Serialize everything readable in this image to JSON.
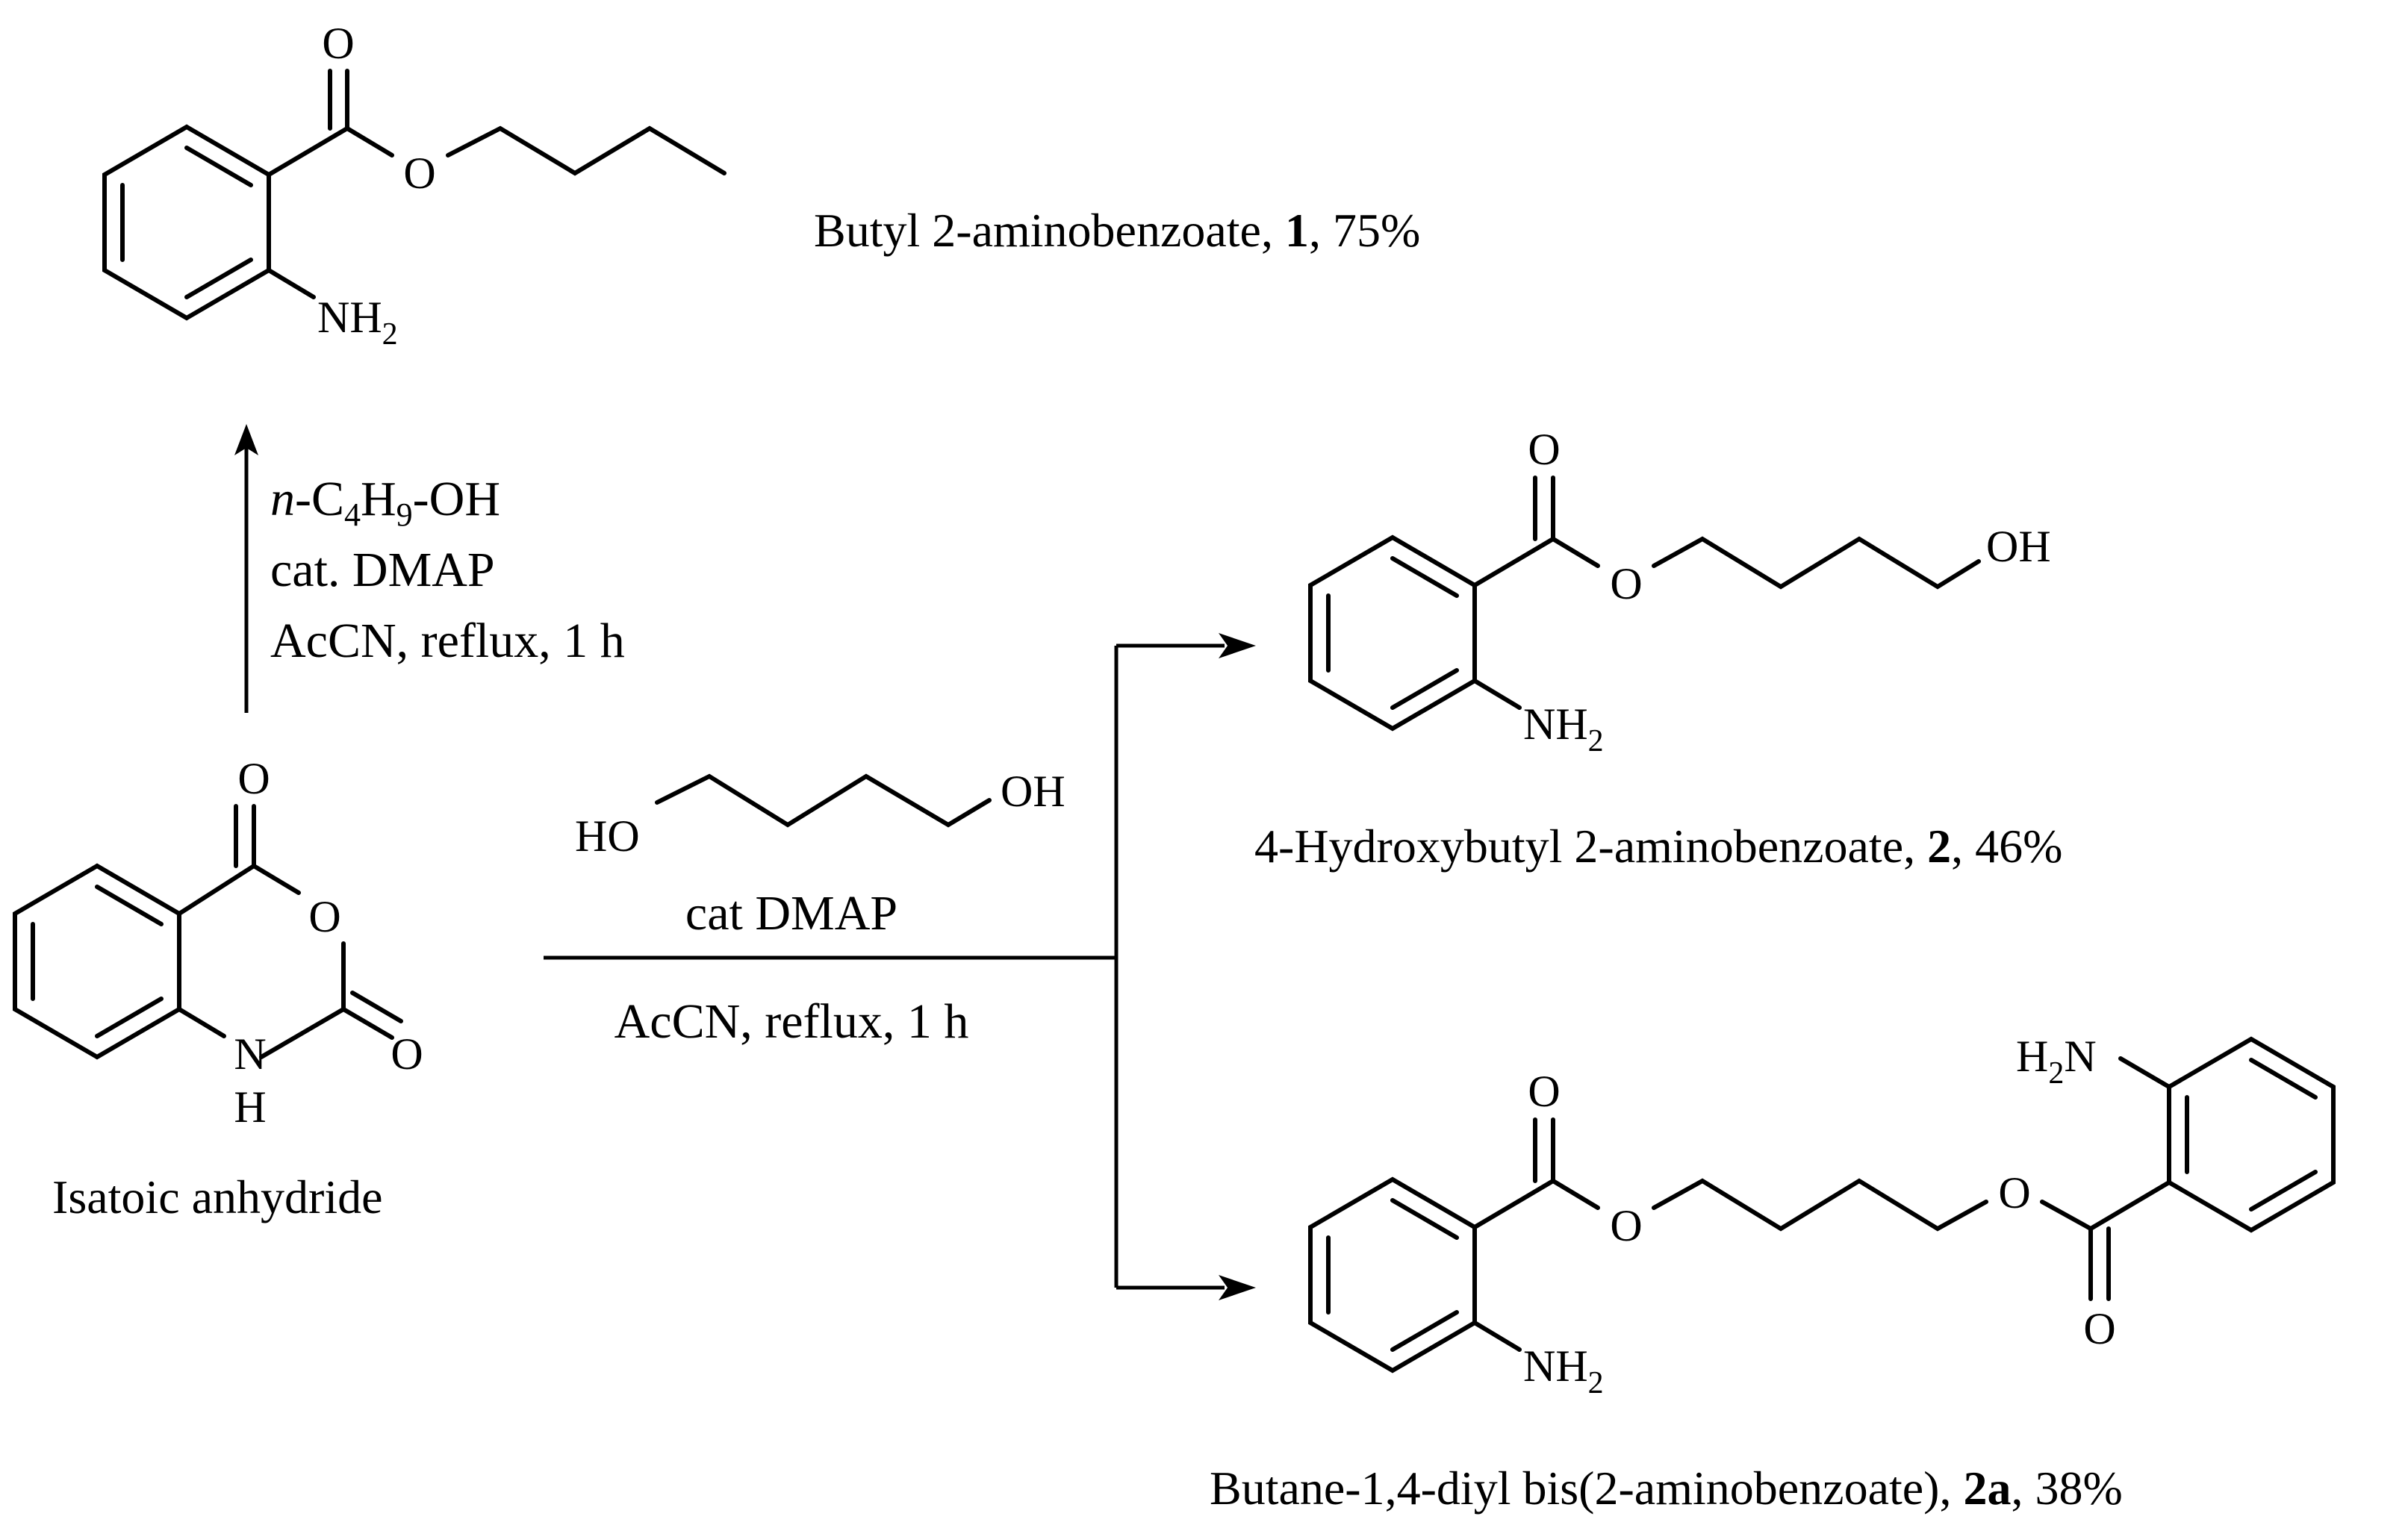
{
  "scheme": {
    "atoms": {
      "O": "O",
      "N": "N",
      "H": "H",
      "NH": "NH",
      "sub2": "2",
      "OH": "OH",
      "HO": "HO"
    },
    "product1": {
      "name": "Butyl 2-aminobenzoate, ",
      "id": "1",
      "yield": ", 75%"
    },
    "product2": {
      "name": "4-Hydroxybutyl 2-aminobenzoate, ",
      "id": "2",
      "yield": ", 46%"
    },
    "product2a": {
      "name": "Butane-1,4-diyl bis(2-aminobenzoate), ",
      "id": "2a",
      "yield": ", 38%"
    },
    "starting_material": {
      "name": "Isatoic anhydride"
    },
    "conditions_up": {
      "reagent_prefix": "n",
      "reagent_c": "-C",
      "sub4": "4",
      "reagent_h": "H",
      "sub9": "9",
      "reagent_oh": "-OH",
      "line2": "cat. DMAP",
      "line3": "AcCN, reflux, 1 h"
    },
    "conditions_right": {
      "line_top": "cat DMAP",
      "line_bottom": "AcCN, reflux, 1 h"
    }
  }
}
